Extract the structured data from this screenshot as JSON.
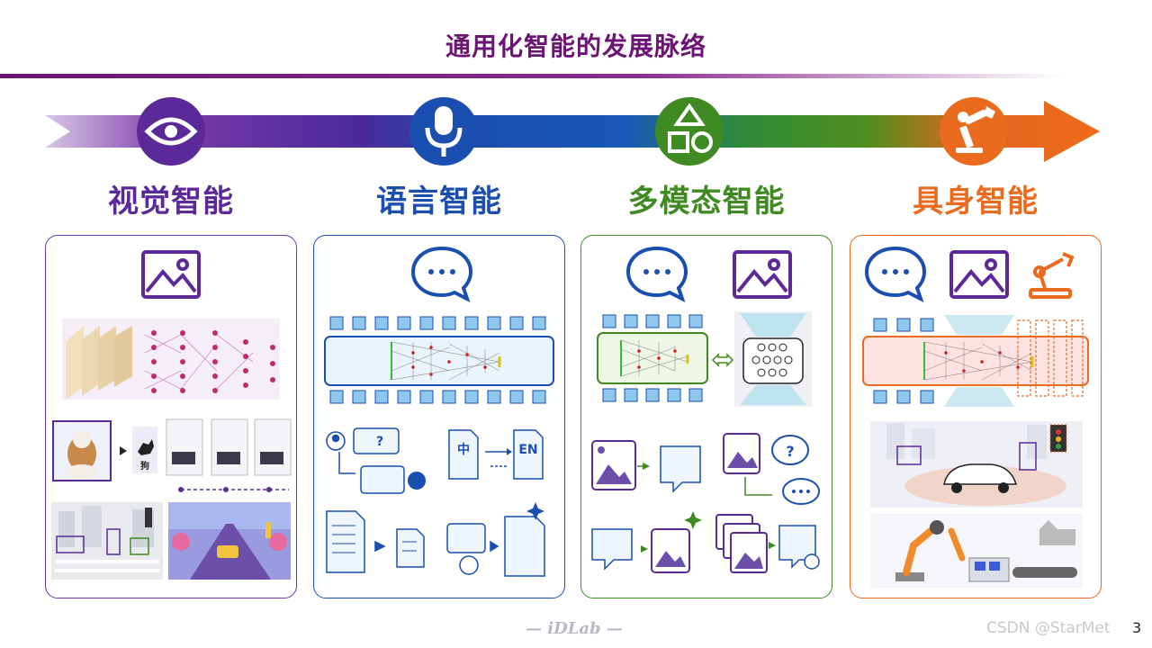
{
  "title": "通用化智能的发展脉络",
  "stages": [
    {
      "label": "视觉智能",
      "icon": "eye-icon",
      "color": "#5b2a98"
    },
    {
      "label": "语言智能",
      "icon": "microphone-icon",
      "color": "#1a4fb0"
    },
    {
      "label": "多模态智能",
      "icon": "shapes-icon",
      "color": "#3f8a22"
    },
    {
      "label": "具身智能",
      "icon": "robot-arm-icon",
      "color": "#ea6a1e"
    }
  ],
  "vision_panel": {
    "dog_label": "狗"
  },
  "language_panel": {
    "question_mark": "?",
    "source_lang": "中",
    "target_lang": "EN"
  },
  "multimodal_panel": {
    "question_mark": "?"
  },
  "footer": {
    "logo": "— iDLab —",
    "watermark": "CSDN @StarMet",
    "page_number": "3"
  }
}
